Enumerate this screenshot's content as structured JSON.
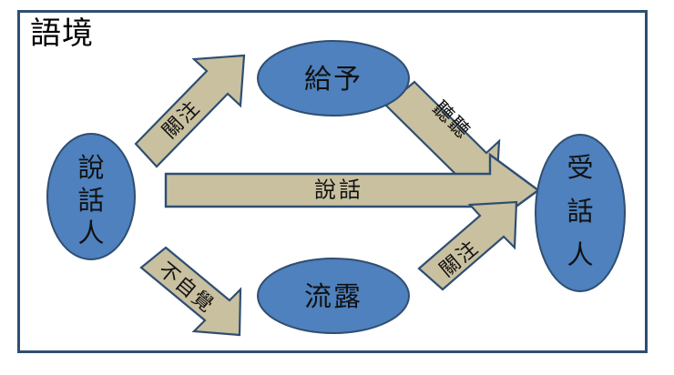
{
  "diagram": {
    "title": "語境",
    "frame": {
      "border_color": "#2f4e71"
    },
    "colors": {
      "ellipse_fill": "#4e81bd",
      "ellipse_stroke": "#2f4e71",
      "arrow_fill": "#c9c0a0",
      "arrow_stroke": "#2f4e71",
      "text": "#111111",
      "background": "#ffffff"
    },
    "nodes": [
      {
        "id": "speaker",
        "label": "說話人",
        "chars": [
          "說",
          "話",
          "人"
        ],
        "shape": "ellipse",
        "orientation": "vertical",
        "position": "left"
      },
      {
        "id": "give",
        "label": "給予",
        "chars": [
          "給",
          "予"
        ],
        "shape": "ellipse",
        "orientation": "horizontal",
        "position": "top"
      },
      {
        "id": "reveal",
        "label": "流露",
        "chars": [
          "流",
          "露"
        ],
        "shape": "ellipse",
        "orientation": "horizontal",
        "position": "bottom"
      },
      {
        "id": "receiver",
        "label": "受話人",
        "chars": [
          "受",
          "話",
          "人"
        ],
        "shape": "ellipse",
        "orientation": "vertical",
        "position": "right"
      }
    ],
    "arrows": [
      {
        "id": "speaker-to-give",
        "label": "關注",
        "from": "speaker",
        "to": "give",
        "direction": "up-right"
      },
      {
        "id": "give-to-receiver",
        "label": "聽聽",
        "from": "give",
        "to": "receiver",
        "direction": "down-right"
      },
      {
        "id": "speaker-to-receiver",
        "label": "說話",
        "from": "speaker",
        "to": "receiver",
        "direction": "right"
      },
      {
        "id": "speaker-to-reveal",
        "label": "不自覺",
        "from": "speaker",
        "to": "reveal",
        "direction": "down-right"
      },
      {
        "id": "reveal-to-receiver",
        "label": "關注",
        "from": "reveal",
        "to": "receiver",
        "direction": "up-right"
      }
    ]
  }
}
